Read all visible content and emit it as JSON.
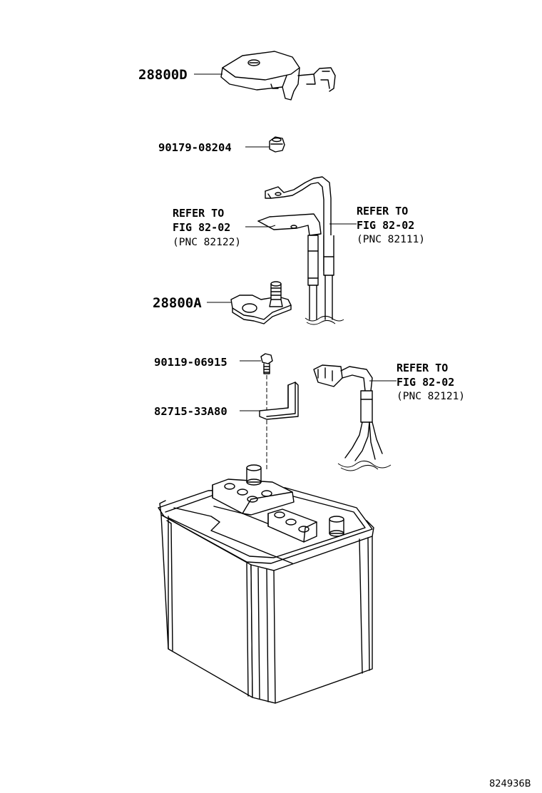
{
  "labels": {
    "cover_part": "28800D",
    "nut_part": "90179-08204",
    "refer_left": {
      "line1": "REFER TO",
      "line2": "FIG 82-02",
      "line3": "(PNC 82122)"
    },
    "refer_right": {
      "line1": "REFER TO",
      "line2": "FIG 82-02",
      "line3": "(PNC 82111)"
    },
    "clamp_part": "28800A",
    "bolt_part": "90119-06915",
    "bracket_part": "82715-33A80",
    "refer_lower": {
      "line1": "REFER TO",
      "line2": "FIG 82-02",
      "line3": "(PNC 82121)"
    },
    "diagram_id": "824936B"
  }
}
